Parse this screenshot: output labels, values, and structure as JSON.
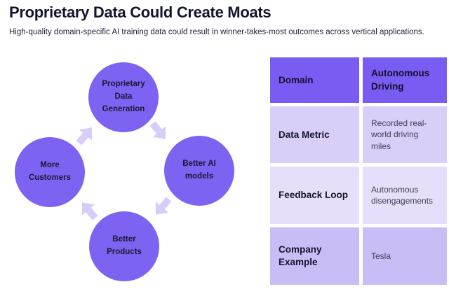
{
  "page": {
    "title": "Proprietary Data Could Create Moats",
    "subtitle": "High-quality domain-specific AI training data could result in winner-takes-most outcomes across vertical applications."
  },
  "flywheel": {
    "direction": "clockwise",
    "nodes": [
      {
        "id": "proprietary-data-generation",
        "label": "Proprietary\nData\nGeneration"
      },
      {
        "id": "better-ai-models",
        "label": "Better AI\nmodels"
      },
      {
        "id": "better-products",
        "label": "Better\nProducts"
      },
      {
        "id": "more-customers",
        "label": "More\nCustomers"
      }
    ],
    "arrows": [
      {
        "id": "arrow-more-customers-to-proprietary-data",
        "icon": "block-arrow-icon"
      },
      {
        "id": "arrow-proprietary-data-to-better-ai",
        "icon": "block-arrow-icon"
      },
      {
        "id": "arrow-better-ai-to-better-products",
        "icon": "block-arrow-icon"
      },
      {
        "id": "arrow-better-products-to-more-customers",
        "icon": "block-arrow-icon"
      }
    ]
  },
  "table": {
    "header": {
      "key": "Domain",
      "value": "Autonomous Driving"
    },
    "rows": [
      {
        "key": "Data Metric",
        "value": "Recorded real-world driving miles"
      },
      {
        "key": "Feedback Loop",
        "value": "Autonomous disengagements"
      },
      {
        "key": "Company Example",
        "value": "Tesla"
      }
    ]
  },
  "colors": {
    "circle": "#7E63F3",
    "header-bg": "#7B5CF2",
    "arrow": "#D7CDF8",
    "row-light": "#D9CEF7",
    "row-lighter": "#E5DFFB",
    "row-medium": "#C9BDF6",
    "title-color": "#14142E",
    "text-dark": "#1A1833",
    "value-color": "#3F3F58"
  }
}
